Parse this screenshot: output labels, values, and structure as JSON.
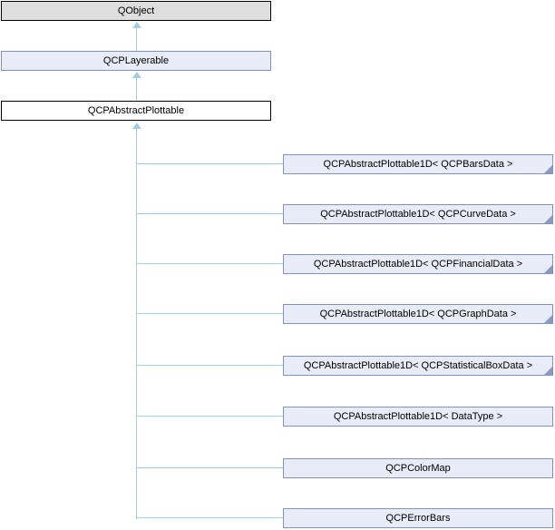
{
  "colors": {
    "page_background": "#ffffff",
    "external_node_fill": "#dedede",
    "external_node_border": "#000000",
    "current_node_fill": "#ffffff",
    "current_node_border": "#000000",
    "linked_node_fill": "#e8ecf6",
    "linked_node_border": "#8191c1",
    "edge_line": "#a3cde3",
    "fold_marker": "#8b9ac5",
    "text": "#000000"
  },
  "chain": [
    {
      "label": "QObject",
      "style": "external"
    },
    {
      "label": "QCPLayerable",
      "style": "linked"
    },
    {
      "label": "QCPAbstractPlottable",
      "style": "current"
    }
  ],
  "derived": [
    {
      "label": "QCPAbstractPlottable1D< QCPBarsData >",
      "has_subclasses": true
    },
    {
      "label": "QCPAbstractPlottable1D< QCPCurveData >",
      "has_subclasses": true
    },
    {
      "label": "QCPAbstractPlottable1D< QCPFinancialData >",
      "has_subclasses": true
    },
    {
      "label": "QCPAbstractPlottable1D< QCPGraphData >",
      "has_subclasses": true
    },
    {
      "label": "QCPAbstractPlottable1D< QCPStatisticalBoxData >",
      "has_subclasses": true
    },
    {
      "label": "QCPAbstractPlottable1D< DataType >",
      "has_subclasses": false
    },
    {
      "label": "QCPColorMap",
      "has_subclasses": false
    },
    {
      "label": "QCPErrorBars",
      "has_subclasses": false
    }
  ]
}
